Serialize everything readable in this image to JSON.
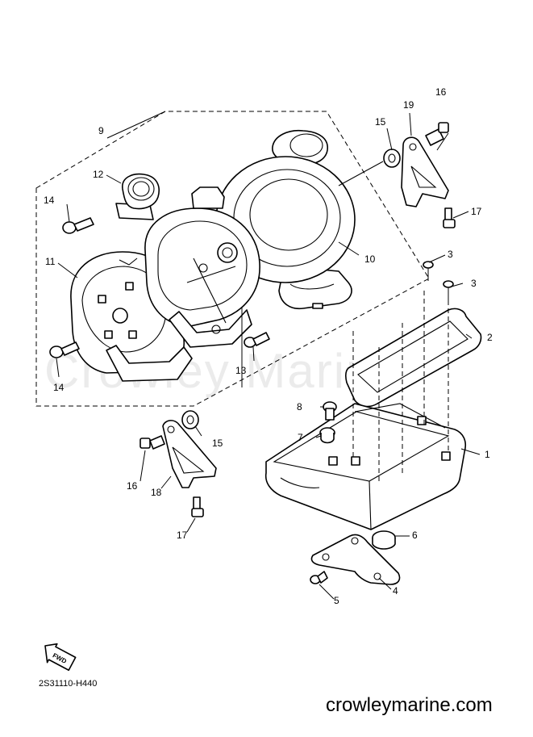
{
  "watermark": "Crowley Marine",
  "diagram_code": "2S31110-H440",
  "site": "crowleymarine.com",
  "fwd_label": "FWD",
  "callouts": [
    "1",
    "2",
    "3",
    "3",
    "4",
    "5",
    "6",
    "7",
    "8",
    "9",
    "10",
    "11",
    "12",
    "13",
    "14",
    "14",
    "15",
    "15",
    "16",
    "16",
    "17",
    "17",
    "18",
    "19"
  ]
}
